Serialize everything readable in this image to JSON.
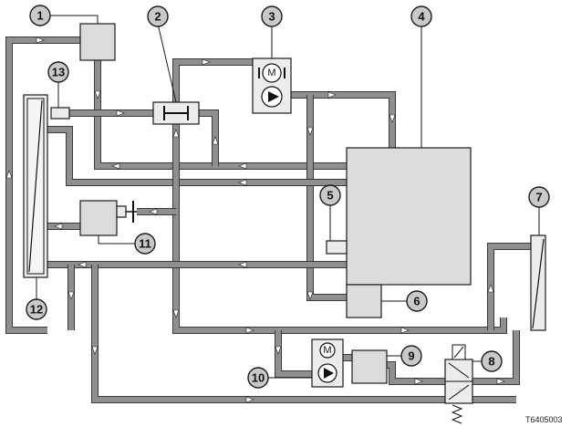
{
  "diagram": {
    "reference": "T6405003",
    "motor_symbol": "M",
    "callouts": [
      {
        "id": "1",
        "label": "1"
      },
      {
        "id": "2",
        "label": "2"
      },
      {
        "id": "3",
        "label": "3"
      },
      {
        "id": "4",
        "label": "4"
      },
      {
        "id": "5",
        "label": "5"
      },
      {
        "id": "6",
        "label": "6"
      },
      {
        "id": "7",
        "label": "7"
      },
      {
        "id": "8",
        "label": "8"
      },
      {
        "id": "9",
        "label": "9"
      },
      {
        "id": "10",
        "label": "10"
      },
      {
        "id": "11",
        "label": "11"
      },
      {
        "id": "12",
        "label": "12"
      },
      {
        "id": "13",
        "label": "13"
      }
    ]
  }
}
